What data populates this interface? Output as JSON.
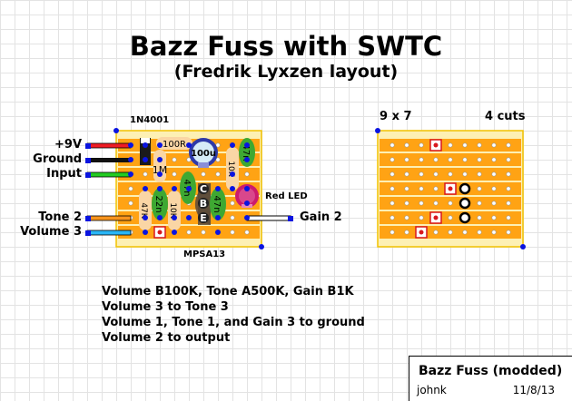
{
  "header": {
    "title": "Bazz Fuss with SWTC",
    "subtitle": "(Fredrik  Lyxzen layout)"
  },
  "left_board": {
    "diode_label": "1N4001",
    "transistor_label": "MPSA13",
    "led_label": "Red LED",
    "wires": [
      {
        "label": "+9V",
        "color": "#ee1c24"
      },
      {
        "label": "Ground",
        "color": "#111111"
      },
      {
        "label": "Input",
        "color": "#22cc22"
      },
      {
        "label": "Tone 2",
        "color": "#f7941d"
      },
      {
        "label": "Volume 3",
        "color": "#29b6f6"
      },
      {
        "label": "Gain 2",
        "color": "#ffffff"
      }
    ],
    "components": {
      "r_100r": "100R",
      "r_1m": "1M",
      "cap_100u": "100u",
      "cap_47n_a": "47n",
      "r_10k_a": "10K",
      "cap_47n_b": "47n",
      "r_47k": "47K",
      "cap_22n": "22n",
      "r_10k_b": "10K",
      "cap_47n_c": "47n",
      "pin_c": "C",
      "pin_b": "B",
      "pin_e": "E"
    }
  },
  "right_board": {
    "size_label": "9 x 7",
    "cuts_label": "4 cuts"
  },
  "notes": [
    "Volume B100K, Tone A500K, Gain B1K",
    "Volume 3 to Tone 3",
    "Volume 1, Tone 1, and Gain 3 to ground",
    "Volume 2 to output"
  ],
  "title_block": {
    "title": "Bazz Fuss (modded)",
    "author": "johnk",
    "date": "11/8/13"
  },
  "colors": {
    "strip": "#ffa314",
    "board": "#fdf0b4",
    "board_border": "#f2c200",
    "cap_green": "#3ea832",
    "resistor": "#fad6a5",
    "electrolytic": "#2e3aa8",
    "led": "#cc1a6e",
    "cut": "#d8181e",
    "pad": "#0a14e0"
  }
}
